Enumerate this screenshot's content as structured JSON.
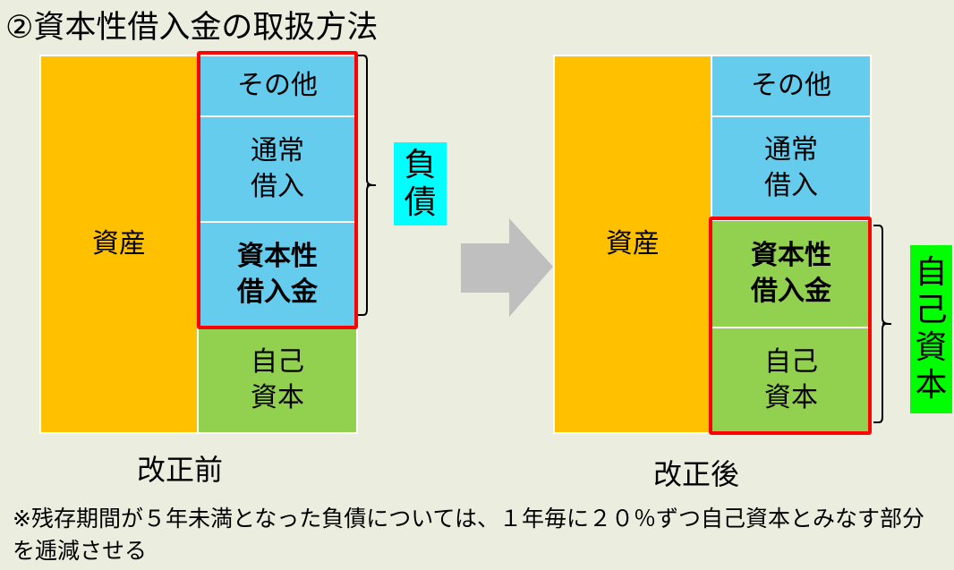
{
  "title": "②資本性借入金の取扱方法",
  "before": {
    "label": "改正前",
    "assets": "資産",
    "other": "その他",
    "normal_loan": [
      "通常",
      "借入"
    ],
    "capital_loan": [
      "資本性",
      "借入金"
    ],
    "equity": [
      "自己",
      "資本"
    ],
    "bracket_label": [
      "負",
      "債"
    ]
  },
  "after": {
    "label": "改正後",
    "assets": "資産",
    "other": "その他",
    "normal_loan": [
      "通常",
      "借入"
    ],
    "capital_loan": [
      "資本性",
      "借入金"
    ],
    "equity": [
      "自己",
      "資本"
    ],
    "bracket_label": [
      "自",
      "己",
      "資",
      "本"
    ]
  },
  "note": "※残存期間が５年未満となった負債については、１年毎に２０％ずつ自己資本とみなす部分を逓減させる",
  "colors": {
    "assets": "#ffc000",
    "liability": "#66ccee",
    "equity": "#92d050",
    "highlight": "#ff0000",
    "liability_tag": "#00ffff",
    "equity_tag": "#00ff00",
    "arrow": "#bfbfbf"
  }
}
